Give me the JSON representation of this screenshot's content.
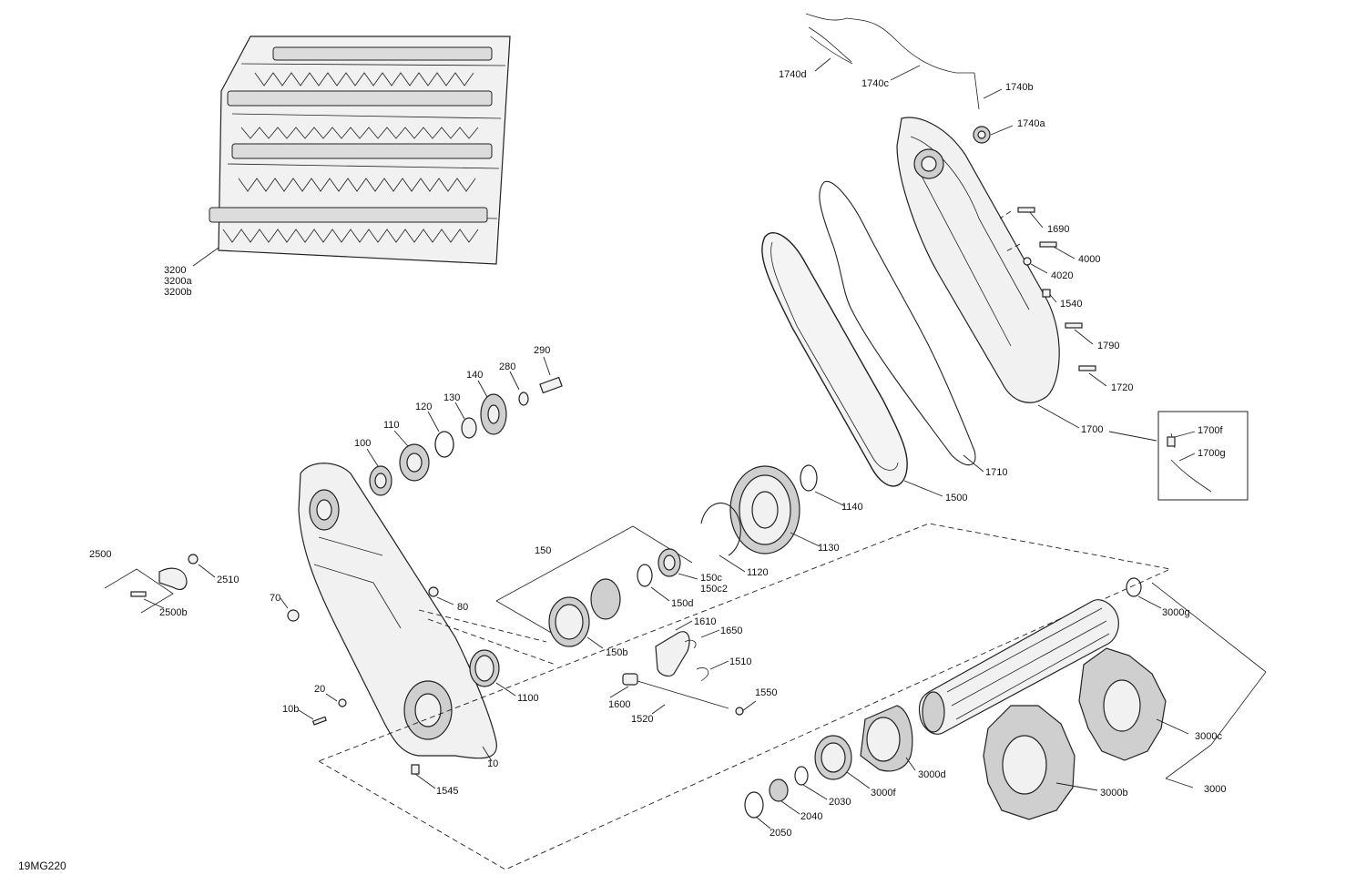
{
  "diagram_ref": "19MG220",
  "callouts": [
    {
      "id": "c3200",
      "lines": [
        "3200",
        "3200a",
        "3200b"
      ]
    },
    {
      "id": "c290",
      "lines": [
        "290"
      ]
    },
    {
      "id": "c280",
      "lines": [
        "280"
      ]
    },
    {
      "id": "c140",
      "lines": [
        "140"
      ]
    },
    {
      "id": "c130",
      "lines": [
        "130"
      ]
    },
    {
      "id": "c120",
      "lines": [
        "120"
      ]
    },
    {
      "id": "c110",
      "lines": [
        "110"
      ]
    },
    {
      "id": "c100",
      "lines": [
        "100"
      ]
    },
    {
      "id": "c1740d",
      "lines": [
        "1740d"
      ]
    },
    {
      "id": "c1740c",
      "lines": [
        "1740c"
      ]
    },
    {
      "id": "c1740b",
      "lines": [
        "1740b"
      ]
    },
    {
      "id": "c1740a",
      "lines": [
        "1740a"
      ]
    },
    {
      "id": "c1690",
      "lines": [
        "1690"
      ]
    },
    {
      "id": "c4000",
      "lines": [
        "4000"
      ]
    },
    {
      "id": "c4020",
      "lines": [
        "4020"
      ]
    },
    {
      "id": "c1540",
      "lines": [
        "1540"
      ]
    },
    {
      "id": "c1790",
      "lines": [
        "1790"
      ]
    },
    {
      "id": "c1720",
      "lines": [
        "1720"
      ]
    },
    {
      "id": "c1700",
      "lines": [
        "1700"
      ]
    },
    {
      "id": "c1700f",
      "lines": [
        "1700f"
      ]
    },
    {
      "id": "c1700g",
      "lines": [
        "1700g"
      ]
    },
    {
      "id": "c1710",
      "lines": [
        "1710"
      ]
    },
    {
      "id": "c1500",
      "lines": [
        "1500"
      ]
    },
    {
      "id": "c1140",
      "lines": [
        "1140"
      ]
    },
    {
      "id": "c1130",
      "lines": [
        "1130"
      ]
    },
    {
      "id": "c1120",
      "lines": [
        "1120"
      ]
    },
    {
      "id": "c150",
      "lines": [
        "150"
      ]
    },
    {
      "id": "c150c",
      "lines": [
        "150c",
        "150c2"
      ]
    },
    {
      "id": "c150d",
      "lines": [
        "150d"
      ]
    },
    {
      "id": "c150b",
      "lines": [
        "150b"
      ]
    },
    {
      "id": "c2500",
      "lines": [
        "2500"
      ]
    },
    {
      "id": "c2510",
      "lines": [
        "2510"
      ]
    },
    {
      "id": "c2500b",
      "lines": [
        "2500b"
      ]
    },
    {
      "id": "c70",
      "lines": [
        "70"
      ]
    },
    {
      "id": "c80",
      "lines": [
        "80"
      ]
    },
    {
      "id": "c1610",
      "lines": [
        "1610"
      ]
    },
    {
      "id": "c1650",
      "lines": [
        "1650"
      ]
    },
    {
      "id": "c1510",
      "lines": [
        "1510"
      ]
    },
    {
      "id": "c1600",
      "lines": [
        "1600"
      ]
    },
    {
      "id": "c1550",
      "lines": [
        "1550"
      ]
    },
    {
      "id": "c1520",
      "lines": [
        "1520"
      ]
    },
    {
      "id": "c1100",
      "lines": [
        "1100"
      ]
    },
    {
      "id": "c20",
      "lines": [
        "20"
      ]
    },
    {
      "id": "c10b",
      "lines": [
        "10b"
      ]
    },
    {
      "id": "c10",
      "lines": [
        "10"
      ]
    },
    {
      "id": "c1545",
      "lines": [
        "1545"
      ]
    },
    {
      "id": "c3000g",
      "lines": [
        "3000g"
      ]
    },
    {
      "id": "c3000c",
      "lines": [
        "3000c"
      ]
    },
    {
      "id": "c3000d",
      "lines": [
        "3000d"
      ]
    },
    {
      "id": "c3000b",
      "lines": [
        "3000b"
      ]
    },
    {
      "id": "c3000f",
      "lines": [
        "3000f"
      ]
    },
    {
      "id": "c2030",
      "lines": [
        "2030"
      ]
    },
    {
      "id": "c2040",
      "lines": [
        "2040"
      ]
    },
    {
      "id": "c2050",
      "lines": [
        "2050"
      ]
    },
    {
      "id": "c3000",
      "lines": [
        "3000"
      ]
    }
  ]
}
